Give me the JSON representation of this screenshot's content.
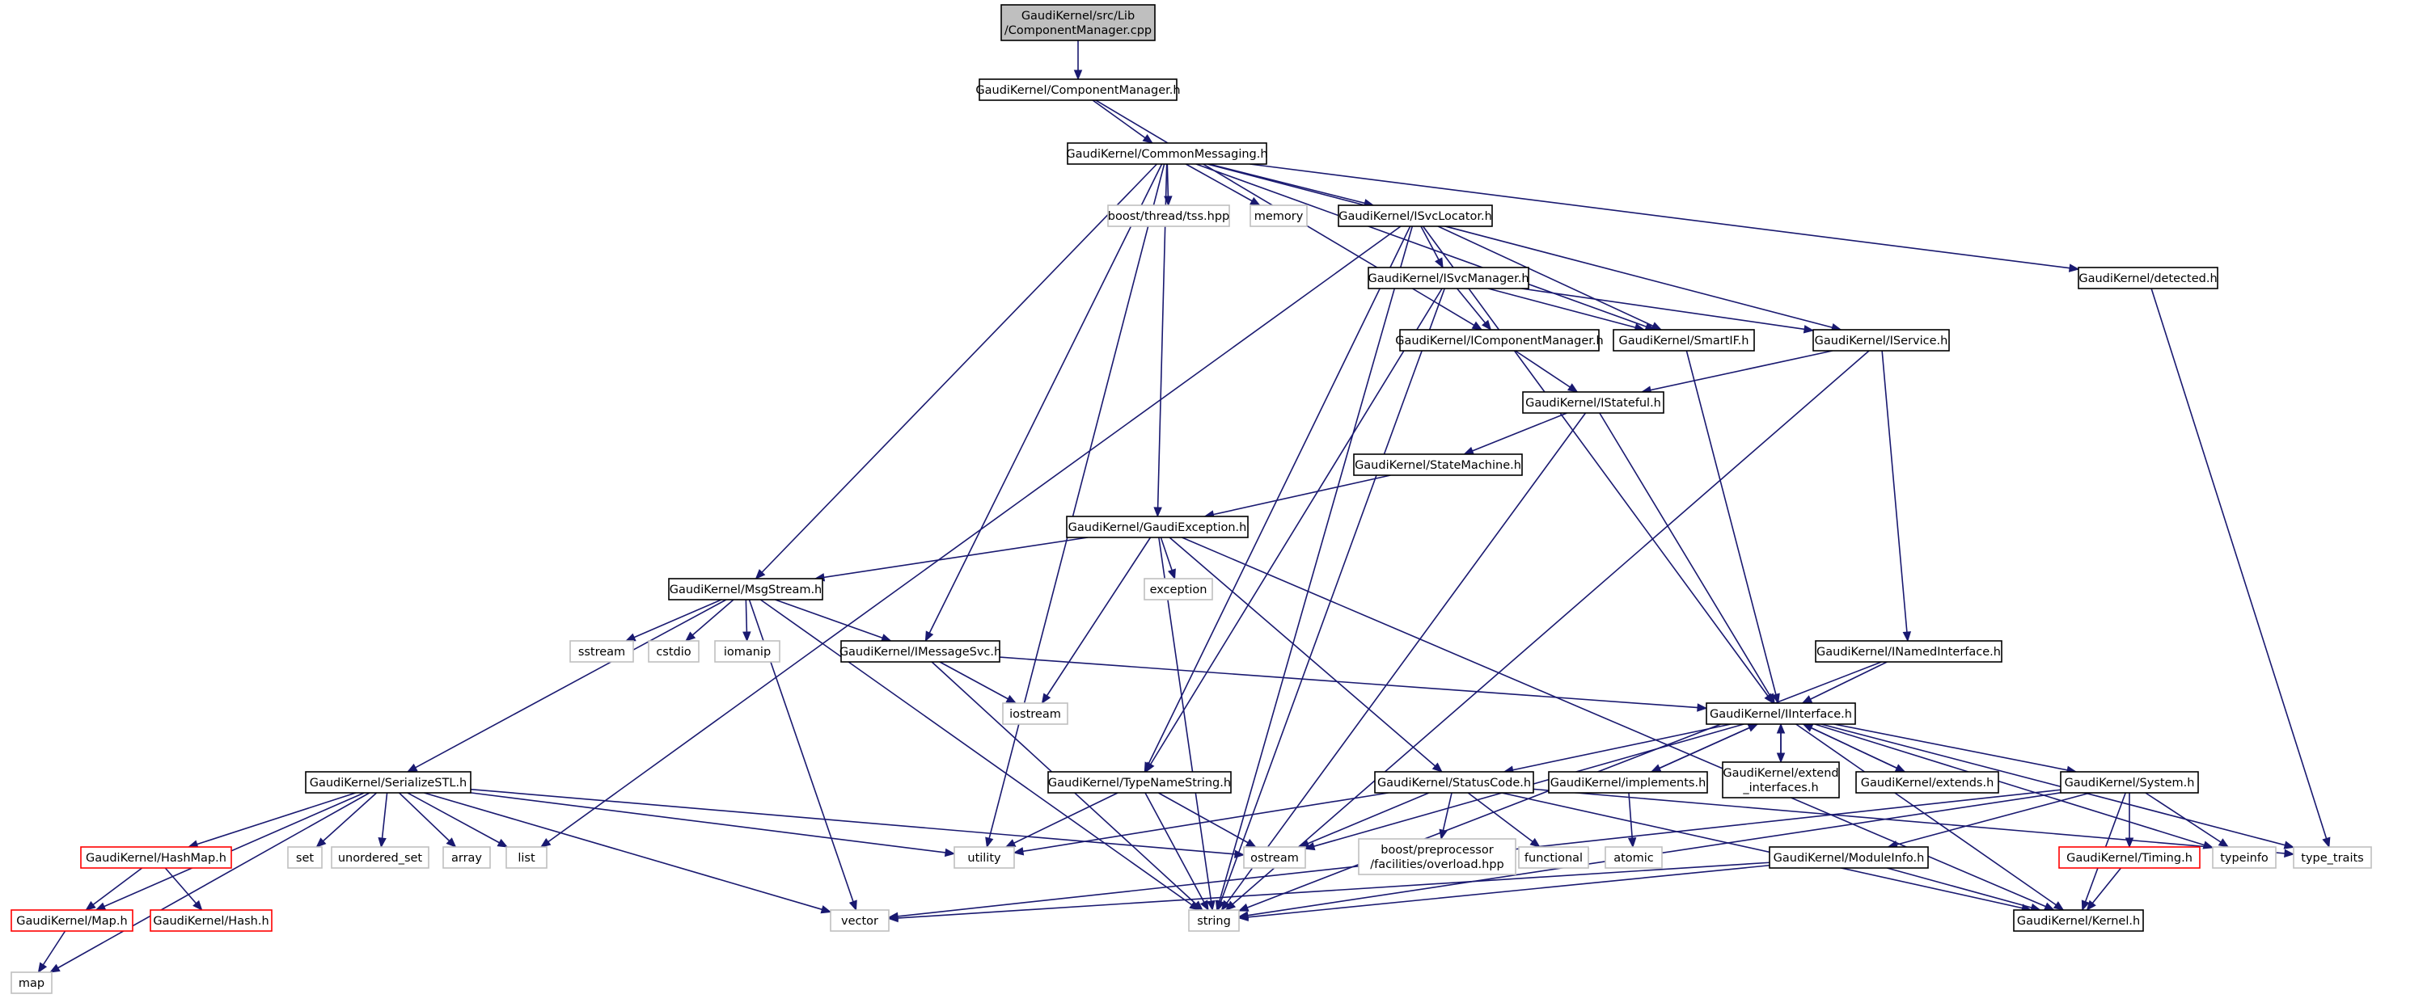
{
  "diagram": {
    "type": "include-dependency-graph",
    "colors": {
      "edge": "#191970",
      "box_border": "#000000",
      "root_fill": "#bfbfbf",
      "external_border": "#bfbfbf",
      "truncated_border": "#ff0000",
      "background": "#ffffff"
    },
    "nodes": [
      {
        "id": "root",
        "lines": [
          "GaudiKernel/src/Lib",
          "/ComponentManager.cpp"
        ],
        "kind": "root"
      },
      {
        "id": "cm_h",
        "lines": [
          "GaudiKernel/ComponentManager.h"
        ],
        "kind": "normal"
      },
      {
        "id": "cmsg",
        "lines": [
          "GaudiKernel/CommonMessaging.h"
        ],
        "kind": "normal"
      },
      {
        "id": "tss",
        "lines": [
          "boost/thread/tss.hpp"
        ],
        "kind": "external"
      },
      {
        "id": "memory",
        "lines": [
          "memory"
        ],
        "kind": "external"
      },
      {
        "id": "isvcloc",
        "lines": [
          "GaudiKernel/ISvcLocator.h"
        ],
        "kind": "normal"
      },
      {
        "id": "detected",
        "lines": [
          "GaudiKernel/detected.h"
        ],
        "kind": "normal"
      },
      {
        "id": "isvcmgr",
        "lines": [
          "GaudiKernel/ISvcManager.h"
        ],
        "kind": "normal"
      },
      {
        "id": "icompmgr",
        "lines": [
          "GaudiKernel/IComponentManager.h"
        ],
        "kind": "normal"
      },
      {
        "id": "smartif",
        "lines": [
          "GaudiKernel/SmartIF.h"
        ],
        "kind": "normal"
      },
      {
        "id": "iservice",
        "lines": [
          "GaudiKernel/IService.h"
        ],
        "kind": "normal"
      },
      {
        "id": "istateful",
        "lines": [
          "GaudiKernel/IStateful.h"
        ],
        "kind": "normal"
      },
      {
        "id": "statemachine",
        "lines": [
          "GaudiKernel/StateMachine.h"
        ],
        "kind": "normal"
      },
      {
        "id": "gaudiexc",
        "lines": [
          "GaudiKernel/GaudiException.h"
        ],
        "kind": "normal"
      },
      {
        "id": "msgstream",
        "lines": [
          "GaudiKernel/MsgStream.h"
        ],
        "kind": "normal"
      },
      {
        "id": "exception",
        "lines": [
          "exception"
        ],
        "kind": "external"
      },
      {
        "id": "sstream",
        "lines": [
          "sstream"
        ],
        "kind": "external"
      },
      {
        "id": "cstdio",
        "lines": [
          "cstdio"
        ],
        "kind": "external"
      },
      {
        "id": "iomanip",
        "lines": [
          "iomanip"
        ],
        "kind": "external"
      },
      {
        "id": "imsgsvc",
        "lines": [
          "GaudiKernel/IMessageSvc.h"
        ],
        "kind": "normal"
      },
      {
        "id": "inamed",
        "lines": [
          "GaudiKernel/INamedInterface.h"
        ],
        "kind": "normal"
      },
      {
        "id": "iostream",
        "lines": [
          "iostream"
        ],
        "kind": "external"
      },
      {
        "id": "iinterface",
        "lines": [
          "GaudiKernel/IInterface.h"
        ],
        "kind": "normal"
      },
      {
        "id": "serstl",
        "lines": [
          "GaudiKernel/SerializeSTL.h"
        ],
        "kind": "normal"
      },
      {
        "id": "typename",
        "lines": [
          "GaudiKernel/TypeNameString.h"
        ],
        "kind": "normal"
      },
      {
        "id": "statuscode",
        "lines": [
          "GaudiKernel/StatusCode.h"
        ],
        "kind": "normal"
      },
      {
        "id": "implements",
        "lines": [
          "GaudiKernel/implements.h"
        ],
        "kind": "normal"
      },
      {
        "id": "extend_if",
        "lines": [
          "GaudiKernel/extend",
          "_interfaces.h"
        ],
        "kind": "normal"
      },
      {
        "id": "extends",
        "lines": [
          "GaudiKernel/extends.h"
        ],
        "kind": "normal"
      },
      {
        "id": "system",
        "lines": [
          "GaudiKernel/System.h"
        ],
        "kind": "normal"
      },
      {
        "id": "hashmap",
        "lines": [
          "GaudiKernel/HashMap.h"
        ],
        "kind": "truncated"
      },
      {
        "id": "set",
        "lines": [
          "set"
        ],
        "kind": "external"
      },
      {
        "id": "unordered_set",
        "lines": [
          "unordered_set"
        ],
        "kind": "external"
      },
      {
        "id": "array",
        "lines": [
          "array"
        ],
        "kind": "external"
      },
      {
        "id": "list",
        "lines": [
          "list"
        ],
        "kind": "external"
      },
      {
        "id": "utility",
        "lines": [
          "utility"
        ],
        "kind": "external"
      },
      {
        "id": "ostream",
        "lines": [
          "ostream"
        ],
        "kind": "external"
      },
      {
        "id": "boostpp",
        "lines": [
          "boost/preprocessor",
          "/facilities/overload.hpp"
        ],
        "kind": "external"
      },
      {
        "id": "functional",
        "lines": [
          "functional"
        ],
        "kind": "external"
      },
      {
        "id": "atomic",
        "lines": [
          "atomic"
        ],
        "kind": "external"
      },
      {
        "id": "moduleinfo",
        "lines": [
          "GaudiKernel/ModuleInfo.h"
        ],
        "kind": "normal"
      },
      {
        "id": "timing",
        "lines": [
          "GaudiKernel/Timing.h"
        ],
        "kind": "truncated"
      },
      {
        "id": "typeinfo",
        "lines": [
          "typeinfo"
        ],
        "kind": "external"
      },
      {
        "id": "type_traits",
        "lines": [
          "type_traits"
        ],
        "kind": "external"
      },
      {
        "id": "map_h",
        "lines": [
          "GaudiKernel/Map.h"
        ],
        "kind": "truncated"
      },
      {
        "id": "hash_h",
        "lines": [
          "GaudiKernel/Hash.h"
        ],
        "kind": "truncated"
      },
      {
        "id": "vector",
        "lines": [
          "vector"
        ],
        "kind": "external"
      },
      {
        "id": "string",
        "lines": [
          "string"
        ],
        "kind": "external"
      },
      {
        "id": "kernel",
        "lines": [
          "GaudiKernel/Kernel.h"
        ],
        "kind": "normal"
      },
      {
        "id": "map",
        "lines": [
          "map"
        ],
        "kind": "external"
      }
    ],
    "edges": [
      [
        "root",
        "cm_h"
      ],
      [
        "cm_h",
        "cmsg"
      ],
      [
        "cm_h",
        "icompmgr"
      ],
      [
        "cmsg",
        "tss"
      ],
      [
        "cmsg",
        "memory"
      ],
      [
        "cmsg",
        "isvcloc"
      ],
      [
        "cmsg",
        "smartif"
      ],
      [
        "cmsg",
        "iservice"
      ],
      [
        "cmsg",
        "detected"
      ],
      [
        "cmsg",
        "gaudiexc"
      ],
      [
        "cmsg",
        "msgstream"
      ],
      [
        "cmsg",
        "imsgsvc"
      ],
      [
        "cmsg",
        "utility"
      ],
      [
        "isvcloc",
        "isvcmgr"
      ],
      [
        "isvcloc",
        "smartif"
      ],
      [
        "isvcloc",
        "iinterface"
      ],
      [
        "isvcloc",
        "typename"
      ],
      [
        "isvcloc",
        "string"
      ],
      [
        "isvcloc",
        "list"
      ],
      [
        "isvcmgr",
        "icompmgr"
      ],
      [
        "isvcmgr",
        "smartif"
      ],
      [
        "isvcmgr",
        "iservice"
      ],
      [
        "isvcmgr",
        "typename"
      ],
      [
        "isvcmgr",
        "string"
      ],
      [
        "icompmgr",
        "istateful"
      ],
      [
        "smartif",
        "iinterface"
      ],
      [
        "iservice",
        "istateful"
      ],
      [
        "iservice",
        "inamed"
      ],
      [
        "iservice",
        "string"
      ],
      [
        "istateful",
        "statemachine"
      ],
      [
        "istateful",
        "iinterface"
      ],
      [
        "istateful",
        "string"
      ],
      [
        "statemachine",
        "gaudiexc"
      ],
      [
        "gaudiexc",
        "msgstream"
      ],
      [
        "gaudiexc",
        "exception"
      ],
      [
        "gaudiexc",
        "iostream"
      ],
      [
        "gaudiexc",
        "string"
      ],
      [
        "gaudiexc",
        "statuscode"
      ],
      [
        "gaudiexc",
        "kernel"
      ],
      [
        "msgstream",
        "sstream"
      ],
      [
        "msgstream",
        "cstdio"
      ],
      [
        "msgstream",
        "iomanip"
      ],
      [
        "msgstream",
        "imsgsvc"
      ],
      [
        "msgstream",
        "serstl"
      ],
      [
        "msgstream",
        "string"
      ],
      [
        "msgstream",
        "vector"
      ],
      [
        "imsgsvc",
        "iinterface"
      ],
      [
        "imsgsvc",
        "iostream"
      ],
      [
        "imsgsvc",
        "string"
      ],
      [
        "inamed",
        "iinterface"
      ],
      [
        "inamed",
        "string"
      ],
      [
        "iinterface",
        "statuscode"
      ],
      [
        "iinterface",
        "implements"
      ],
      [
        "iinterface",
        "extend_if"
      ],
      [
        "iinterface",
        "extends"
      ],
      [
        "iinterface",
        "system"
      ],
      [
        "iinterface",
        "ostream"
      ],
      [
        "iinterface",
        "typeinfo"
      ],
      [
        "iinterface",
        "type_traits"
      ],
      [
        "iinterface",
        "kernel"
      ],
      [
        "implements",
        "iinterface"
      ],
      [
        "implements",
        "atomic"
      ],
      [
        "extend_if",
        "iinterface"
      ],
      [
        "extends",
        "iinterface"
      ],
      [
        "statuscode",
        "boostpp"
      ],
      [
        "statuscode",
        "functional"
      ],
      [
        "statuscode",
        "ostream"
      ],
      [
        "statuscode",
        "utility"
      ],
      [
        "statuscode",
        "type_traits"
      ],
      [
        "statuscode",
        "kernel"
      ],
      [
        "system",
        "moduleinfo"
      ],
      [
        "system",
        "timing"
      ],
      [
        "system",
        "typeinfo"
      ],
      [
        "system",
        "kernel"
      ],
      [
        "system",
        "vector"
      ],
      [
        "system",
        "string"
      ],
      [
        "moduleinfo",
        "kernel"
      ],
      [
        "moduleinfo",
        "string"
      ],
      [
        "moduleinfo",
        "vector"
      ],
      [
        "timing",
        "kernel"
      ],
      [
        "typename",
        "utility"
      ],
      [
        "typename",
        "ostream"
      ],
      [
        "typename",
        "string"
      ],
      [
        "serstl",
        "hashmap"
      ],
      [
        "serstl",
        "map_h"
      ],
      [
        "serstl",
        "set"
      ],
      [
        "serstl",
        "unordered_set"
      ],
      [
        "serstl",
        "array"
      ],
      [
        "serstl",
        "list"
      ],
      [
        "serstl",
        "utility"
      ],
      [
        "serstl",
        "ostream"
      ],
      [
        "serstl",
        "vector"
      ],
      [
        "serstl",
        "map"
      ],
      [
        "hashmap",
        "map_h"
      ],
      [
        "hashmap",
        "hash_h"
      ],
      [
        "map_h",
        "map"
      ],
      [
        "detected",
        "type_traits"
      ]
    ]
  }
}
